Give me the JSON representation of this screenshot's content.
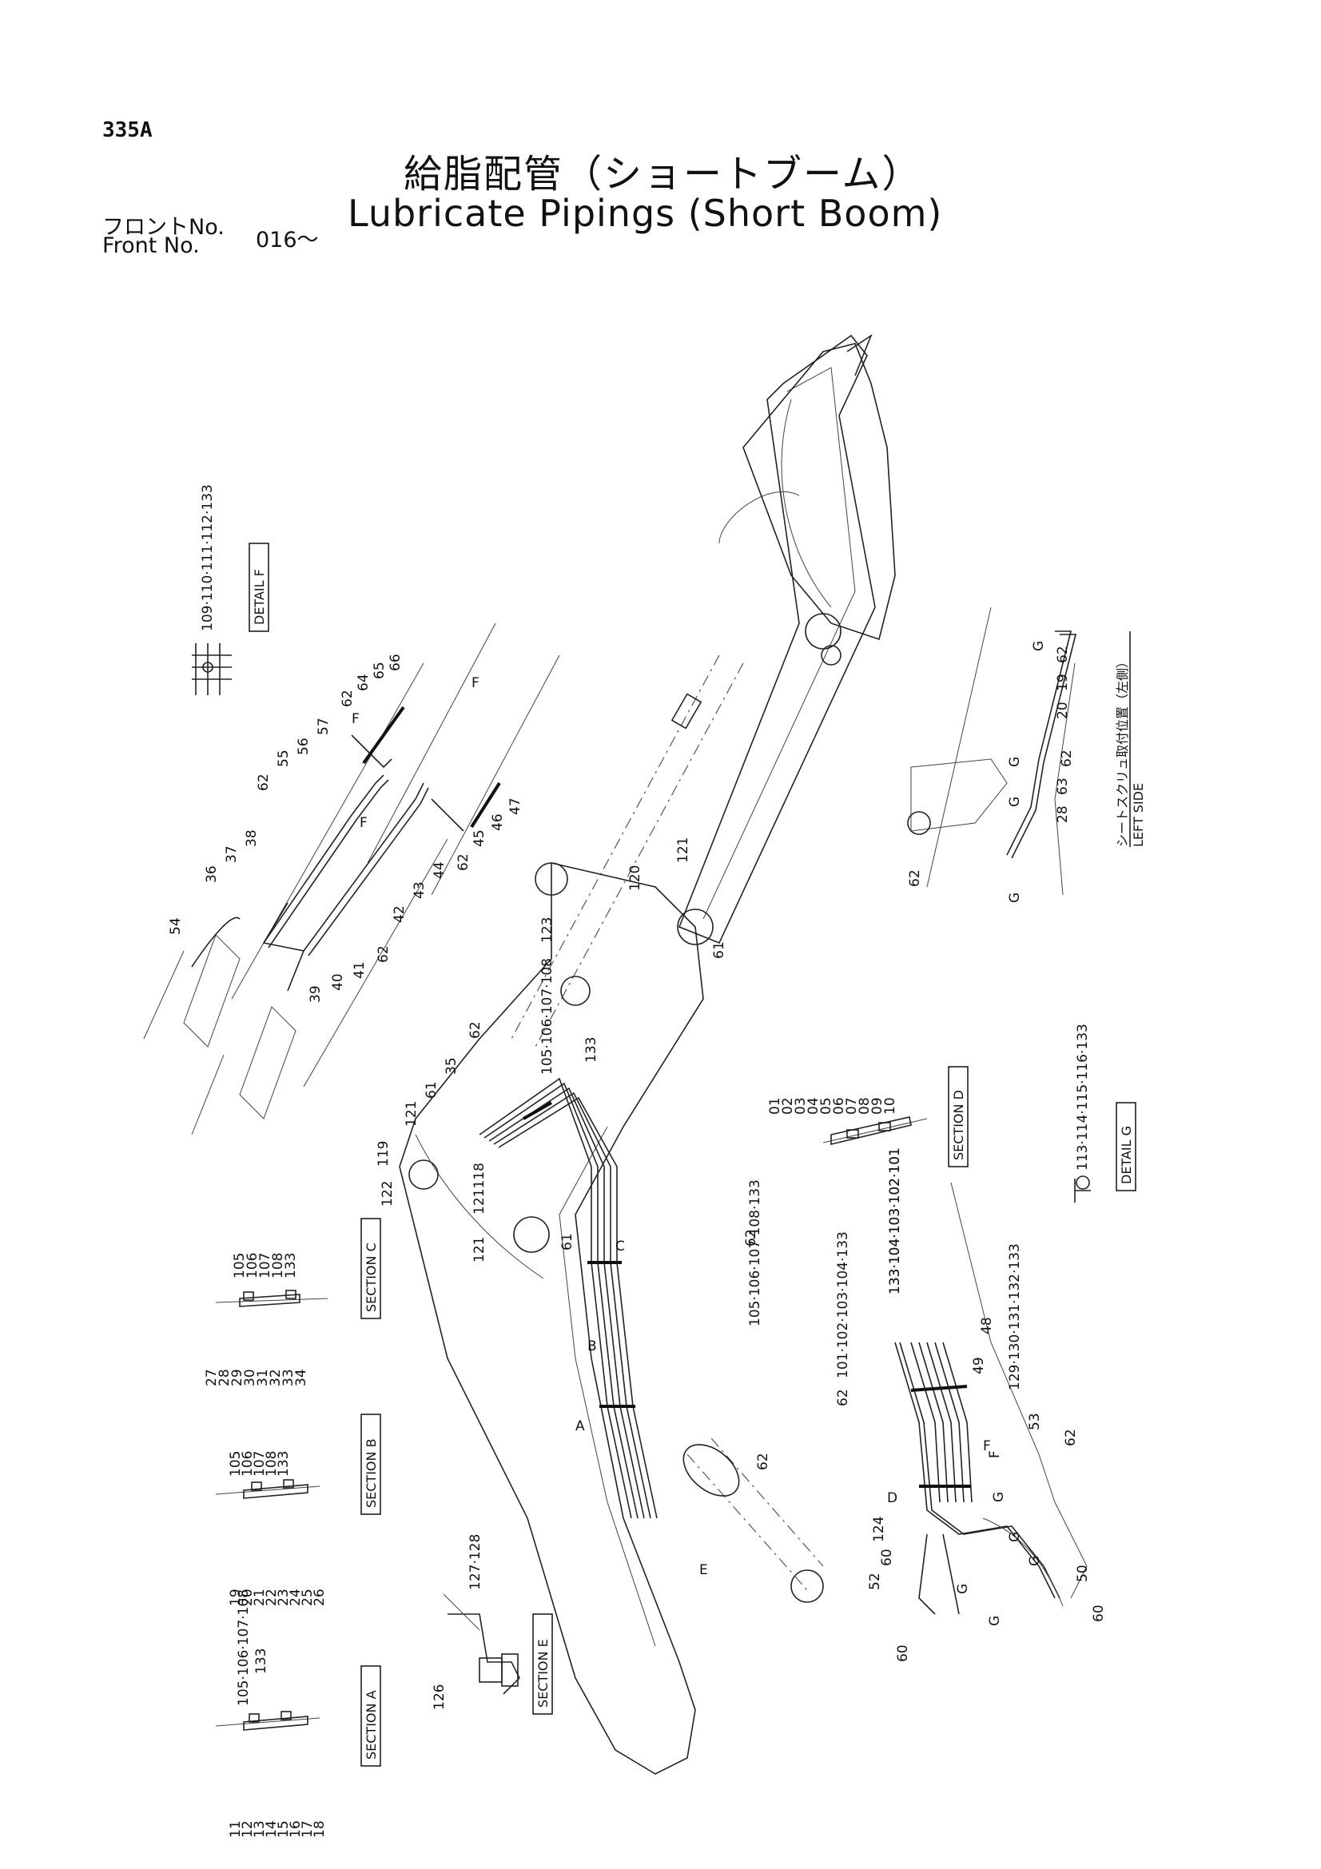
{
  "header": {
    "page_number": "335A",
    "title_ja": "給脂配管（ショートブーム）",
    "title_en": "Lubricate Pipings (Short Boom)",
    "front_label_ja": "フロントNo.",
    "front_label_en": "Front   No.",
    "front_value": "016～"
  },
  "boxed_labels": {
    "detail_f": "DETAIL F",
    "detail_g": "DETAIL G",
    "section_a": "SECTION A",
    "section_b": "SECTION B",
    "section_c": "SECTION C",
    "section_d": "SECTION D",
    "section_e": "SECTION E",
    "left_side_ja": "シートスクリュ取付位置（左側）",
    "left_side_en": "LEFT SIDE"
  },
  "callouts": {
    "detail_f_parts": "109·110·111·112·133",
    "detail_g_parts": "113·114·115·116·133",
    "section_a_top": "105·106·107·108",
    "section_a_top2": "133",
    "section_a_bottom": [
      "11",
      "12",
      "13",
      "14",
      "15",
      "16",
      "17",
      "18"
    ],
    "section_b_top": [
      "105",
      "106",
      "107",
      "108",
      "133"
    ],
    "section_b_bottom": [
      "19",
      "20",
      "21",
      "22",
      "23",
      "24",
      "25",
      "26"
    ],
    "section_c_top": [
      "105",
      "106",
      "107",
      "108",
      "133"
    ],
    "section_c_bottom": [
      "27",
      "28",
      "29",
      "30",
      "31",
      "32",
      "33",
      "34"
    ],
    "section_d_top": [
      "01",
      "02",
      "03",
      "04",
      "05",
      "06",
      "07",
      "08",
      "09",
      "10"
    ],
    "section_d_bottom": "133·104·103·102·101",
    "section_e_a": "127·128",
    "section_e_b": "126",
    "upper_detail": [
      "54",
      "36",
      "37",
      "38",
      "62",
      "55",
      "56",
      "57",
      "62",
      "64",
      "65",
      "66",
      "39",
      "40",
      "41",
      "62",
      "42",
      "43",
      "44",
      "62",
      "45",
      "46",
      "47"
    ],
    "boom": [
      "123",
      "120",
      "121",
      "61",
      "62",
      "35",
      "61",
      "121",
      "119",
      "122",
      "105·106·107·108",
      "133",
      "121",
      "121118",
      "61",
      "62",
      "105·106·107·108·133",
      "62"
    ],
    "left_side": [
      "G",
      "20",
      "19",
      "62",
      "G",
      "62",
      "G",
      "28",
      "63",
      "62",
      "G"
    ],
    "lower_right": [
      "62",
      "101·102·103·104·133",
      "48",
      "49",
      "129·130·131·132·133",
      "133·104·103·102·101",
      "53",
      "62",
      "124",
      "F",
      "G",
      "G",
      "G",
      "52",
      "60",
      "G",
      "60",
      "G",
      "50",
      "60"
    ],
    "section_markers": [
      "A",
      "B",
      "C",
      "D",
      "E",
      "F",
      "F",
      "F",
      "F"
    ]
  }
}
